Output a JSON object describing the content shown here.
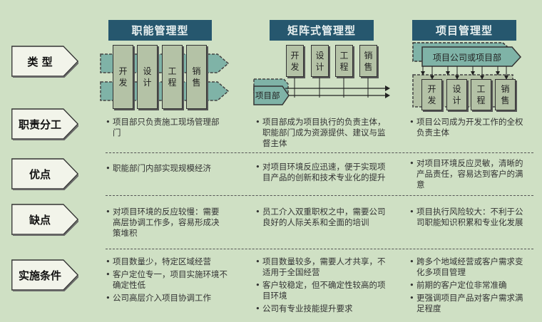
{
  "columns": [
    {
      "title": "职能管理型"
    },
    {
      "title": "矩阵式管理型"
    },
    {
      "title": "项目管理型"
    }
  ],
  "rows": [
    {
      "label": "类 型"
    },
    {
      "label": "职责分工"
    },
    {
      "label": "优点"
    },
    {
      "label": "缺点"
    },
    {
      "label": "实施条件"
    }
  ],
  "diagrams": {
    "departments": [
      {
        "top": "开",
        "bottom": "发"
      },
      {
        "top": "设",
        "bottom": "计"
      },
      {
        "top": "工",
        "bottom": "程"
      },
      {
        "top": "销",
        "bottom": "售"
      }
    ],
    "matrix_project_label": "项目部",
    "project_company_label": "项目公司或项目部"
  },
  "cells": {
    "responsibility": [
      [
        "项目部只负责施工现场管理部门"
      ],
      [
        "项目部成为项目执行的负责主体，职能部门成为资源提供、建议与监督主体"
      ],
      [
        "项目公司成为开发工作的全权负责主体"
      ]
    ],
    "advantages": [
      [
        "职能部门内部实现规模经济"
      ],
      [
        "对项目环境反应迅速，便于实现项目产品的创新和技术专业化的提升"
      ],
      [
        "对项目环境反应灵敏，清晰的产品责任，容易达到客户的满意"
      ]
    ],
    "disadvantages": [
      [
        "对项目环境的反应较慢：需要高层协调工作多，容易形成决策堆积"
      ],
      [
        "员工介入双重职权之中，需要公司良好的人际关系和全面的培训"
      ],
      [
        "项目执行风险较大：不利于公司职能知识积累和专业化发展"
      ]
    ],
    "conditions": [
      [
        "项目数量少，特定区域经营",
        "客户定位专一，项目实施环境不确定性低",
        "公司高层介入项目协调工作"
      ],
      [
        "项目数量较多，需要人才共享，不适用于全国经营",
        "客户较稳定，但不确定性较高的项目环境",
        "公司有专业技能提升要求"
      ],
      [
        "跨多个地域经营或客户需求变化多项目管理",
        "前期的客户定位非常准确",
        "更强调项目产品对客户需求满足程度"
      ]
    ]
  },
  "colors": {
    "background": "#cfe0c4",
    "header": "#26576e",
    "teal": "#7fb3a7",
    "dept_box": "#b4c2a6"
  }
}
